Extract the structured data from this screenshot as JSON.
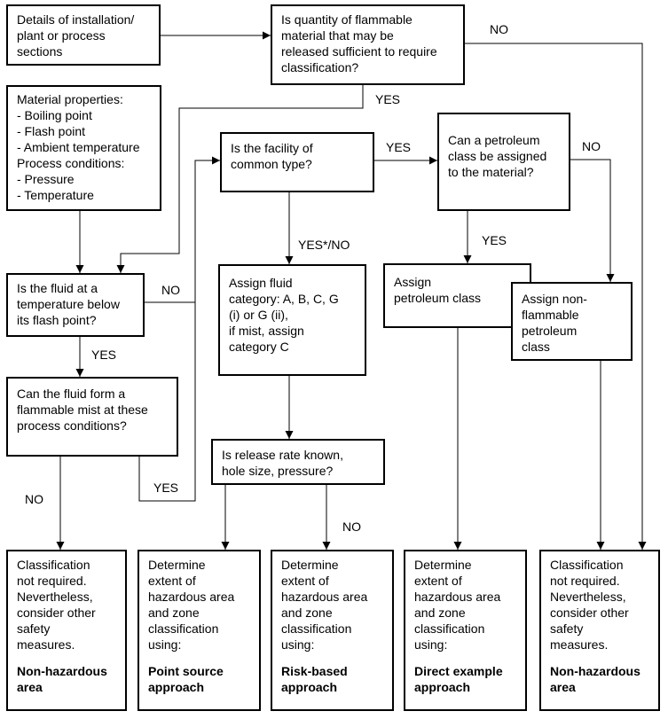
{
  "boxes": {
    "details": [
      "Details of installation/",
      "plant or process",
      "sections"
    ],
    "quantity": [
      "Is quantity of flammable",
      "material that may be",
      "released sufficient to require",
      "classification?"
    ],
    "material": [
      "Material properties:",
      "- Boiling point",
      "- Flash point",
      "- Ambient temperature",
      "Process conditions:",
      "- Pressure",
      "- Temperature"
    ],
    "common_type": [
      "Is the facility of",
      "common type?"
    ],
    "petroleum_q": [
      "Can a petroleum",
      "class be assigned",
      "to the material?"
    ],
    "below_flash": [
      "Is the fluid at a",
      "temperature below",
      "its flash point?"
    ],
    "assign_fluid": [
      "Assign fluid",
      "category: A, B, C, G",
      "(i) or G (ii),",
      "if mist, assign",
      "category C"
    ],
    "assign_petroleum": [
      "Assign",
      "petroleum class"
    ],
    "assign_nonflam": [
      "Assign non-",
      "flammable",
      "petroleum",
      "class"
    ],
    "mist": [
      "Can the fluid form a",
      "flammable mist at these",
      "process conditions?"
    ],
    "release_rate": [
      "Is release rate known,",
      "hole size, pressure?"
    ],
    "out1": {
      "lines": [
        "Classification",
        "not required.",
        "Nevertheless,",
        "consider other",
        "safety",
        "measures."
      ],
      "bold": [
        "Non-hazardous",
        "area"
      ]
    },
    "out2": {
      "lines": [
        "Determine",
        "extent of",
        "hazardous area",
        "and zone",
        "classification",
        "using:"
      ],
      "bold": [
        "Point source",
        "approach"
      ]
    },
    "out3": {
      "lines": [
        "Determine",
        "extent of",
        "hazardous area",
        "and zone",
        "classification",
        "using:"
      ],
      "bold": [
        "Risk-based",
        "approach"
      ]
    },
    "out4": {
      "lines": [
        "Determine",
        "extent of",
        "hazardous area",
        "and zone",
        "classification",
        "using:"
      ],
      "bold": [
        "Direct example",
        "approach"
      ]
    },
    "out5": {
      "lines": [
        "Classification",
        "not required.",
        "Nevertheless,",
        "consider other",
        "safety",
        "measures."
      ],
      "bold": [
        "Non-hazardous",
        "area"
      ]
    }
  },
  "edge_labels": {
    "quantity_no": "NO",
    "quantity_yes": "YES",
    "common_yes": "YES",
    "petroleum_no": "NO",
    "common_yes_no": "YES*/NO",
    "petroleum_yes": "YES",
    "flash_no": "NO",
    "flash_yes": "YES",
    "mist_yes": "YES",
    "mist_no": "NO",
    "release_no": "NO"
  },
  "colors": {
    "line": "#000000",
    "background": "#ffffff"
  }
}
